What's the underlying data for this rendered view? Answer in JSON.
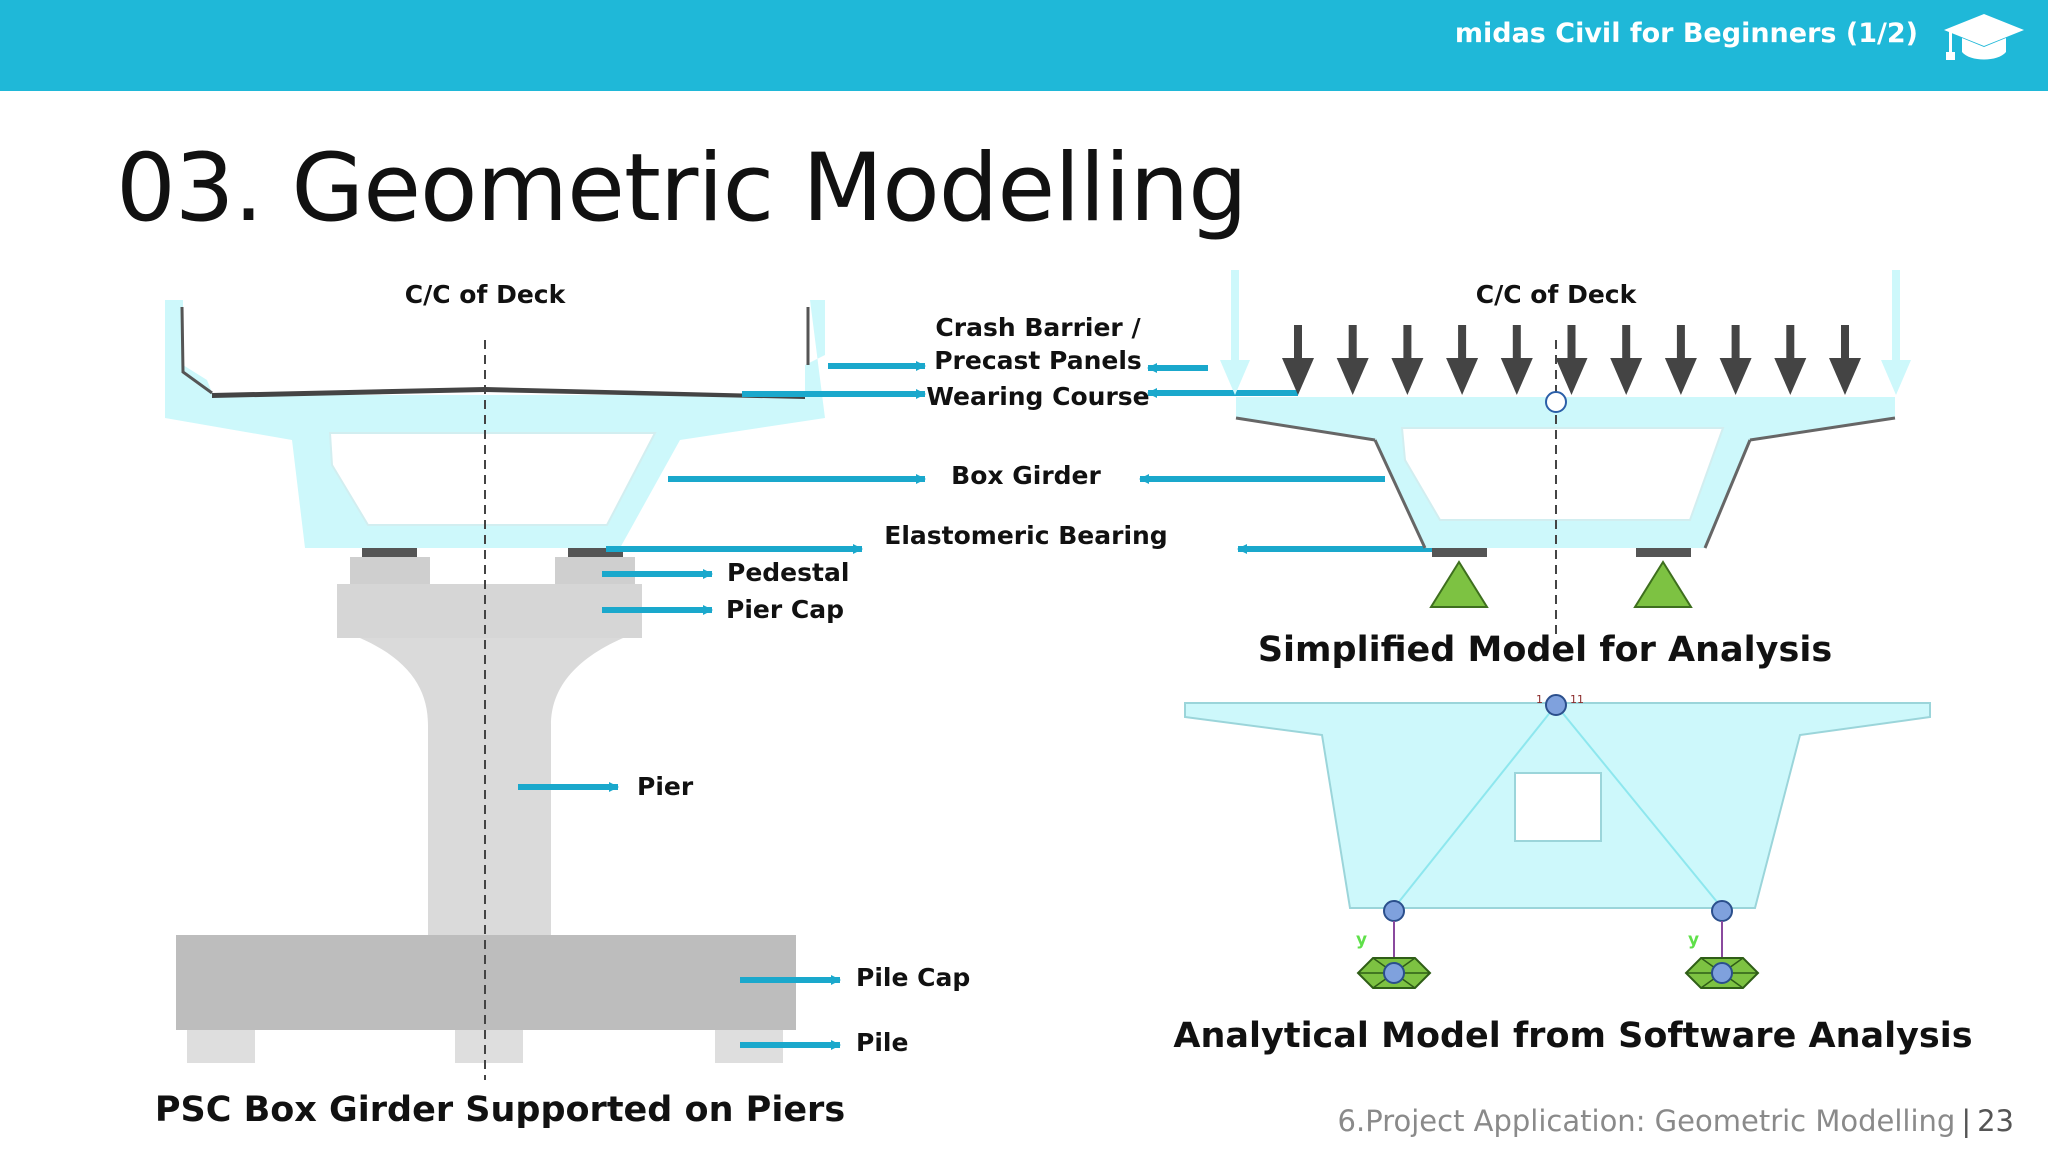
{
  "header": {
    "title": "midas Civil for Beginners (1/2)",
    "icon": "graduation-cap-icon"
  },
  "page_title": "03. Geometric Modelling",
  "labels": {
    "cc_deck_left": "C/C of Deck",
    "cc_deck_right": "C/C of Deck",
    "crash_barrier": "Crash Barrier /",
    "precast_panels": "Precast Panels",
    "wearing_course": "Wearing Course",
    "box_girder": "Box Girder",
    "elastomeric_bearing": "Elastomeric Bearing",
    "pedestal": "Pedestal",
    "pier_cap": "Pier Cap",
    "pier": "Pier",
    "pile_cap": "Pile Cap",
    "pile": "Pile"
  },
  "captions": {
    "left": "PSC Box Girder Supported on Piers",
    "simplified": "Simplified Model for Analysis",
    "analytical": "Analytical Model from Software Analysis"
  },
  "footer": {
    "section": "6.Project Application: Geometric Modelling",
    "page": "23"
  },
  "colors": {
    "accent": "#1fb8d8",
    "deck_fill": "#ccf8fb",
    "concrete_light": "#dcdcdc",
    "concrete_dark": "#bdbdbd",
    "support_green": "#7dc242"
  }
}
